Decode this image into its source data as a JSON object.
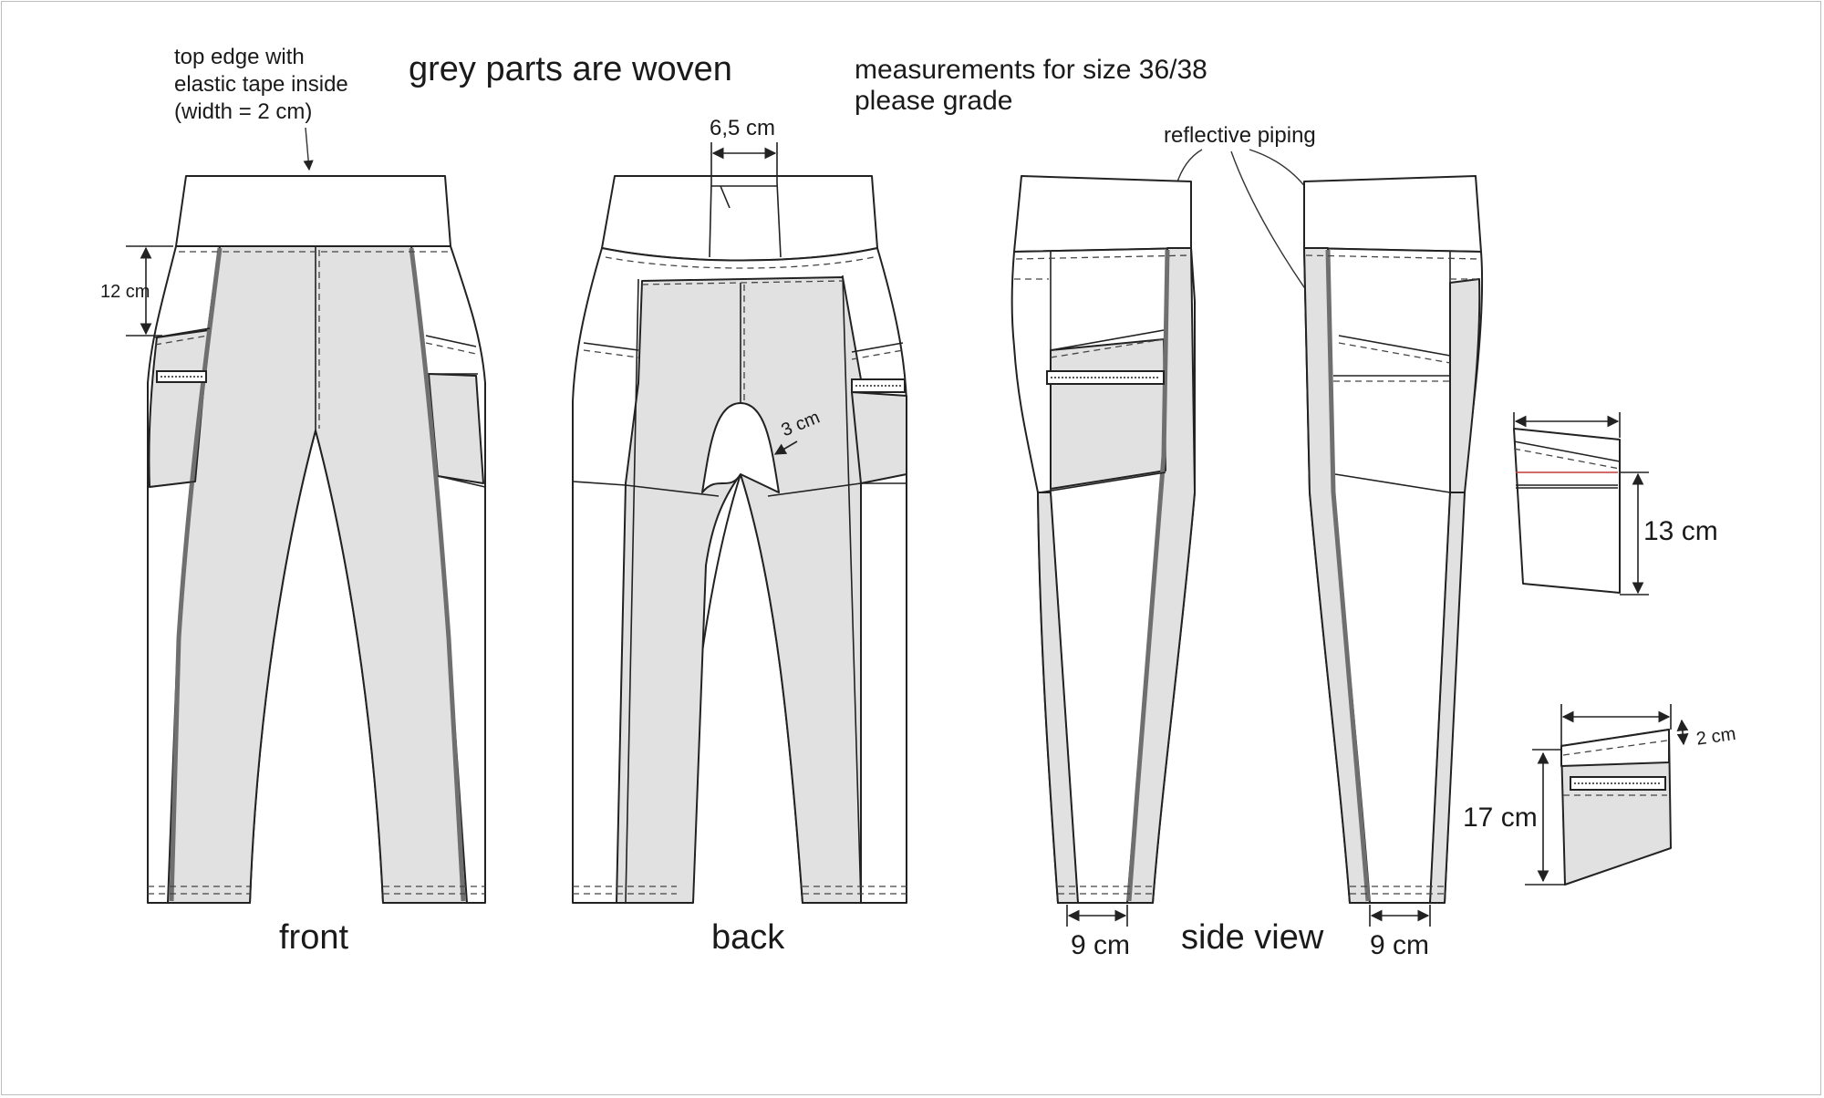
{
  "title": "grey parts are woven",
  "measurement_note": {
    "line1": "measurements for size 36/38",
    "line2": "please grade"
  },
  "waistband_note": {
    "line1": "top edge with",
    "line2": "elastic tape inside",
    "line3": "(width = 2 cm)"
  },
  "reflective_label": "reflective piping",
  "views": {
    "front": "front",
    "back": "back",
    "side": "side view"
  },
  "dimensions": {
    "front_yoke": "12 cm",
    "back_waist": "6,5 cm",
    "crotch_gusset": "3 cm",
    "hem_left": "9 cm",
    "hem_right": "9 cm",
    "pocket_upper_height": "13 cm",
    "pocket_lower_height": "17 cm",
    "pocket_lower_flap": "2 cm"
  },
  "colors": {
    "woven_fill": "#e1e1e1",
    "outline": "#222222",
    "piping": "#6f6f6f",
    "accent_line": "#c23b3b"
  }
}
